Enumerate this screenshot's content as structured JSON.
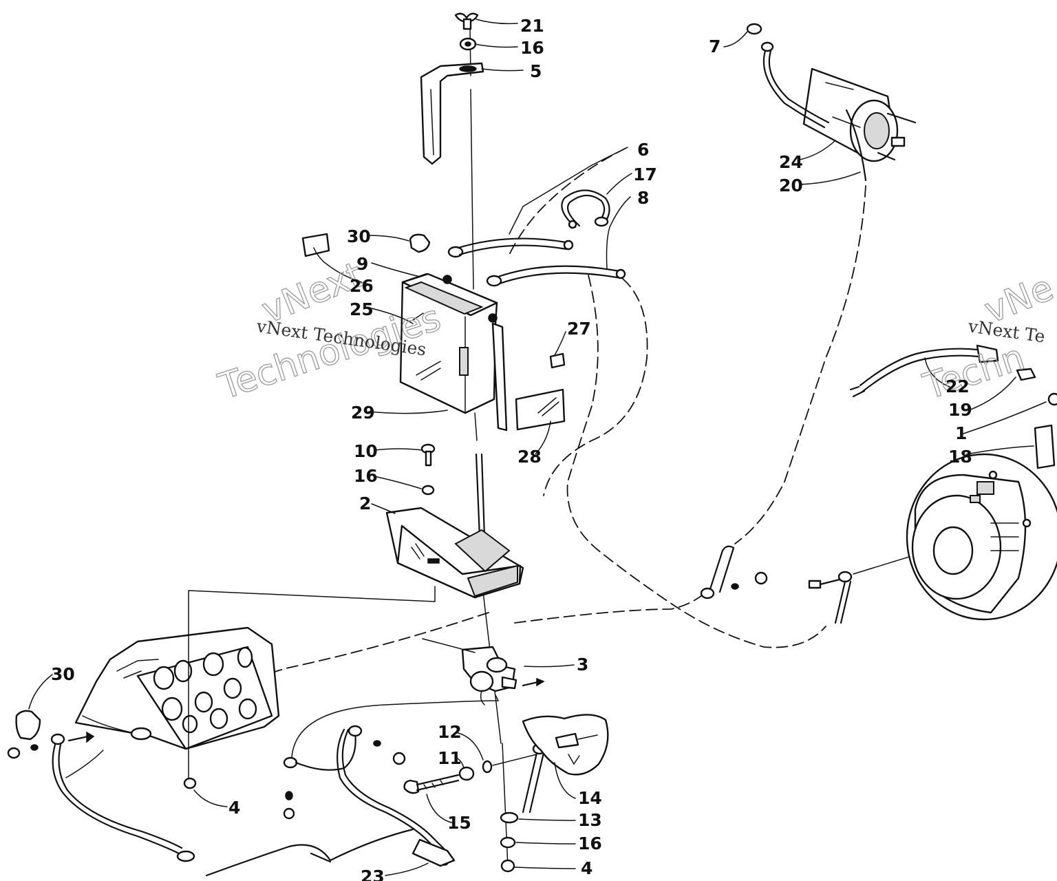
{
  "watermark": {
    "line1": "vNext Technologies",
    "line2": "vNext",
    "line3": "Technologies",
    "right_line1": "vNext Te",
    "right_line2": "vNe",
    "right_line3": "Techn"
  },
  "callouts": {
    "p21": "21",
    "p16a": "16",
    "p5": "5",
    "p7": "7",
    "p6": "6",
    "p17": "17",
    "p8": "8",
    "p24": "24",
    "p20": "20",
    "p30a": "30",
    "p9": "9",
    "p26": "26",
    "p25": "25",
    "p27": "27",
    "p29": "29",
    "p28": "28",
    "p10": "10",
    "p16b": "16",
    "p2": "2",
    "p22": "22",
    "p19": "19",
    "p1": "1",
    "p18": "18",
    "p3": "3",
    "p30b": "30",
    "p12": "12",
    "p11": "11",
    "p14": "14",
    "p15": "15",
    "p13": "13",
    "p16c": "16",
    "p4a": "4",
    "p4b": "4",
    "p23": "23"
  }
}
